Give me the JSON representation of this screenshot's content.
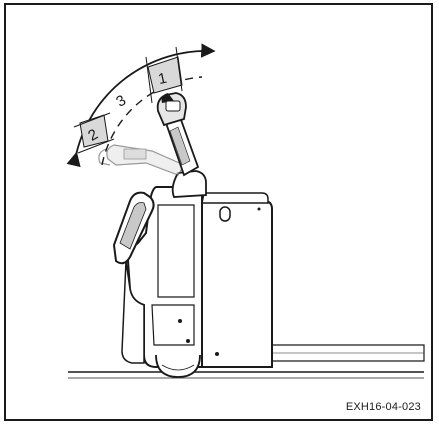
{
  "figure": {
    "zones": [
      {
        "id": "zone-1",
        "label": "1"
      },
      {
        "id": "zone-2",
        "label": "2"
      },
      {
        "id": "zone-3",
        "label": "3"
      }
    ],
    "code": "EXH16-04-023",
    "colors": {
      "line": "#1a1a1a",
      "zone_fill": "#d9d9d9",
      "body_fill": "#ffffff",
      "handle_fill": "#e6e6e6",
      "shadow_fill": "#c8c8c8"
    }
  }
}
